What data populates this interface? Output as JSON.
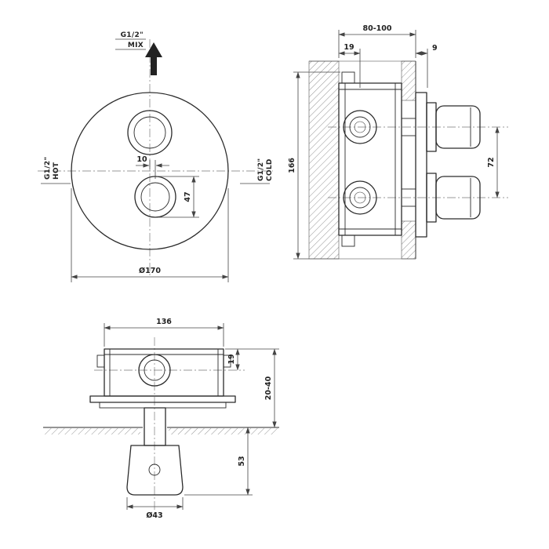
{
  "colors": {
    "line": "#2b2b2b",
    "background": "#ffffff"
  },
  "front_view": {
    "mix_label": {
      "line1": "G1/2\"",
      "line2": "MIX"
    },
    "hot_label": {
      "line1": "G1/2\"",
      "line2": "HOT"
    },
    "cold_label": {
      "line1": "G1/2\"",
      "line2": "COLD"
    },
    "dims": {
      "knob_offset": "10",
      "knob_height": "47",
      "plate_diameter": "Ø170"
    }
  },
  "side_view": {
    "dims": {
      "wall_depth": "80-100",
      "port_inset": "19",
      "plate_thickness": "9",
      "body_height": "166",
      "handle_spacing": "72"
    }
  },
  "bottom_view": {
    "dims": {
      "body_width": "136",
      "port_offset": "19",
      "embed_depth": "20-40",
      "handle_projection": "53",
      "handle_diameter": "Ø43"
    }
  }
}
